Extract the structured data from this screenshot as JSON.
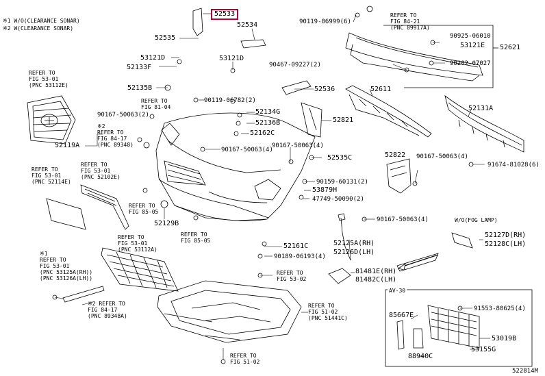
{
  "notes": [
    "※1 W/O(CLEARANCE SONAR)",
    "※2 W(CLEARANCE SONAR)"
  ],
  "diagram_id": "522814M",
  "highlighted_part": "52533",
  "part_labels": [
    "52535",
    "52534",
    "53121D",
    "52133F",
    "52135B",
    "53121D",
    "52536",
    "52611",
    "52134G",
    "52136B",
    "52162C",
    "52821",
    "52131A",
    "52119A",
    "52535C",
    "52822",
    "53879H",
    "52129B",
    "52161C",
    "52125A(RH)",
    "52126D(LH)",
    "52127D(RH)",
    "52128C(LH)",
    "81481E(RH)",
    "81482C(LH)",
    "53121E",
    "52621",
    "85667E",
    "88940C",
    "53019B",
    "53155G"
  ],
  "bolt_labels": [
    "90119-06999(6)",
    "90925-06010",
    "90467-09227(2)",
    "90202-07027",
    "90119-06782(2)",
    "90167-50063(2)",
    "90167-50063(4)",
    "90167-50063(4)",
    "90167-50063(4)",
    "90159-60131(2)",
    "47749-50090(2)",
    "90167-50063(4)",
    "90189-06193(4)",
    "91674-81028(6)",
    "91553-80625(4)"
  ],
  "refs": [
    "REFER TO\nFIG 84-21\n(PNC 89917A)",
    "REFER TO\nFIG 53-01\n(PNC 53112E)",
    "REFER TO\nFIG 81-04",
    "※2\nREFER TO\nFIG 84-17\n(PNC 89348)",
    "REFER TO\nFIG 53-01\n(PNC 52114E)",
    "REFER TO\nFIG 53-01\n(PNC 52102E)",
    "REFER TO\nFIG 85-05",
    "REFER TO\nFIG 85-05",
    "REFER TO\nFIG 53-01\n(PNC 53112A)",
    "※1\nREFER TO\nFIG 53-01\n(PNC 53125A(RH))\n(PNC 53126A(LH))",
    "※2 REFER TO\nFIG 84-17\n(PNC 89348A)",
    "REFER TO\nFIG 53-02",
    "REFER TO\nFIG 51-02\n(PNC 51441C)",
    "REFER TO\nFIG 51-02"
  ],
  "box_titles": [
    "W/O(FOG LAMP)",
    "AV-30"
  ]
}
